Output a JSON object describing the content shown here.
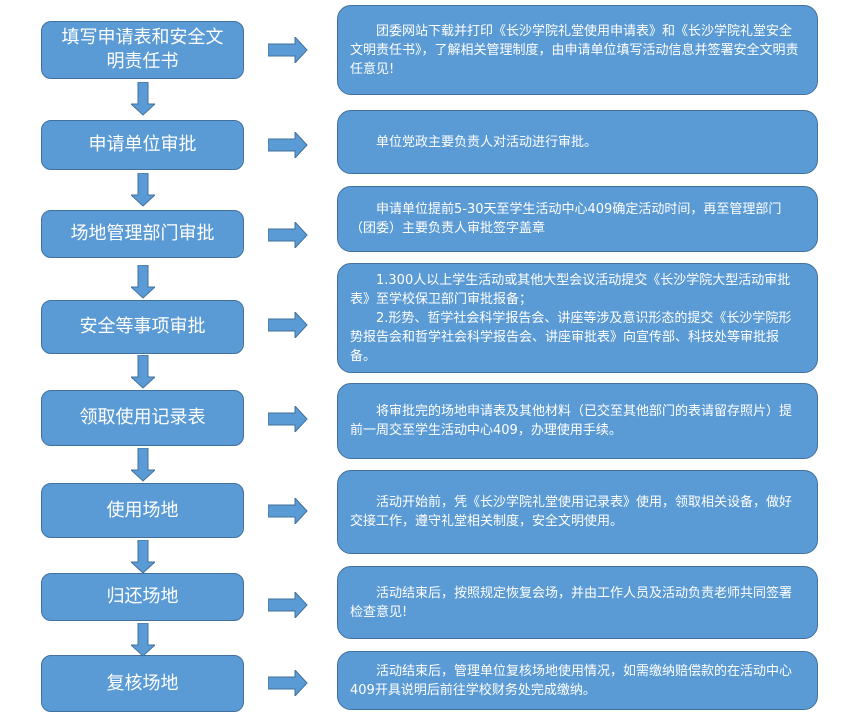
{
  "colors": {
    "box_fill": "#5b9bd5",
    "box_border": "#41719c",
    "text": "#ffffff",
    "background": "#ffffff"
  },
  "steps": [
    {
      "title": "填写申请表和安全文明责任书",
      "description": "　　团委网站下载并打印《长沙学院礼堂使用申请表》和《长沙学院礼堂安全文明责任书》，了解相关管理制度，由申请单位填写活动信息并签署安全文明责任意见!"
    },
    {
      "title": "申请单位审批",
      "description": "　　单位党政主要负责人对活动进行审批。"
    },
    {
      "title": "场地管理部门审批",
      "description": "　　申请单位提前5-30天至学生活动中心409确定活动时间，再至管理部门（团委）主要负责人审批签字盖章"
    },
    {
      "title": "安全等事项审批",
      "description": "　　1.300人以上学生活动或其他大型会议活动提交《长沙学院大型活动审批表》至学校保卫部门审批报备；\n　　2.形势、哲学社会科学报告会、讲座等涉及意识形态的提交《长沙学院形势报告会和哲学社会科学报告会、讲座审批表》向宣传部、科技处等审批报备。"
    },
    {
      "title": "领取使用记录表",
      "description": "　　将审批完的场地申请表及其他材料（已交至其他部门的表请留存照片）提前一周交至学生活动中心409，办理使用手续。"
    },
    {
      "title": "使用场地",
      "description": "　　活动开始前，凭《长沙学院礼堂使用记录表》使用，领取相关设备，做好交接工作，遵守礼堂相关制度，安全文明使用。"
    },
    {
      "title": "归还场地",
      "description": "　　活动结束后，按照规定恢复会场，并由工作人员及活动负责老师共同签署检查意见!"
    },
    {
      "title": "复核场地",
      "description": "　　活动结束后，管理单位复核场地使用情况，如需缴纳赔偿款的在活动中心409开具说明后前往学校财务处完成缴纳。"
    }
  ],
  "icons": {
    "right_arrow": "right-arrow-icon",
    "down_arrow": "down-arrow-icon"
  }
}
